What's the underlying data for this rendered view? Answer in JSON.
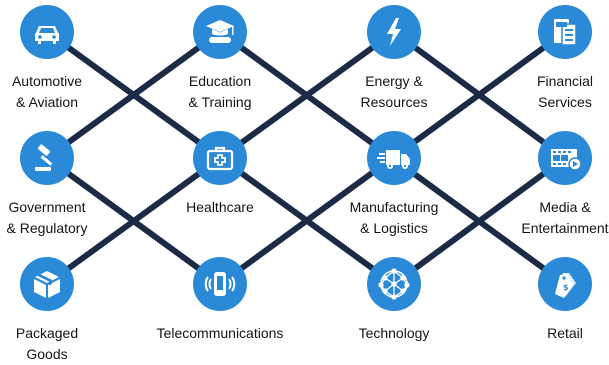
{
  "industries": [
    {
      "icon": "car-icon",
      "label": "Automotive\n& Aviation"
    },
    {
      "icon": "graduation-cap-icon",
      "label": "Education\n& Training"
    },
    {
      "icon": "lightning-bolt-icon",
      "label": "Energy &\nResources"
    },
    {
      "icon": "finance-document-icon",
      "label": "Financial\nServices"
    },
    {
      "icon": "gavel-icon",
      "label": "Government\n& Regulatory"
    },
    {
      "icon": "medical-kit-icon",
      "label": "Healthcare"
    },
    {
      "icon": "delivery-truck-icon",
      "label": "Manufacturing\n& Logistics"
    },
    {
      "icon": "film-strip-icon",
      "label": "Media &\nEntertainment"
    },
    {
      "icon": "box-icon",
      "label": "Packaged\nGoods"
    },
    {
      "icon": "smartphone-icon",
      "label": "Telecommunications"
    },
    {
      "icon": "network-globe-icon",
      "label": "Technology"
    },
    {
      "icon": "price-tag-icon",
      "label": "Retail"
    }
  ],
  "colors": {
    "circle": "#2b8ad8",
    "line": "#1b2a45",
    "icon": "#ffffff",
    "text": "#141414"
  }
}
